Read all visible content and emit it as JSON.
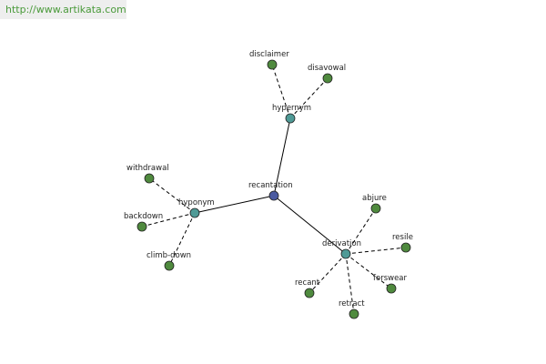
{
  "header": {
    "url": "http://www.artikata.com"
  },
  "colors": {
    "center": "#4a5aa0",
    "relation": "#4f9a96",
    "leaf": "#4f8a3e",
    "edge": "#000000"
  },
  "graph": {
    "center": "recantation",
    "relations": [
      {
        "id": "hypernym",
        "label": "hypernym",
        "leaves": [
          "disclaimer",
          "disavowal"
        ]
      },
      {
        "id": "hyponym",
        "label": "hyponym",
        "leaves": [
          "withdrawal",
          "backdown",
          "climb-down"
        ]
      },
      {
        "id": "derivation",
        "label": "derivation",
        "leaves": [
          "abjure",
          "resile",
          "forswear",
          "retract",
          "recant"
        ]
      }
    ]
  }
}
